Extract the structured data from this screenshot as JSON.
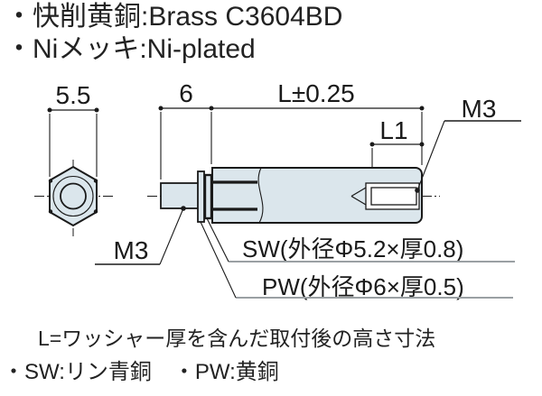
{
  "header": {
    "material_line": "・快削黄銅:Brass C3604BD",
    "plating_line": "・Niメッキ:Ni-plated"
  },
  "drawing": {
    "dim_across_flats": "5.5",
    "dim_stud_length": "6",
    "dim_body_length": "L±0.25",
    "dim_thread_depth": "L1",
    "thread_tapped_label": "M3",
    "thread_stud_label": "M3",
    "label_spring_washer": "SW(外径Φ5.2×厚0.8)",
    "label_plain_washer": "PW(外径Φ6×厚0.5)"
  },
  "footer": {
    "note": "L=ワッシャー厚を含んだ取付後の高さ寸法",
    "materials": "・SW:リン青銅　・PW:黄銅"
  },
  "colors": {
    "part_fill": "#dbe6ec",
    "line": "#1a1a1a",
    "underline_gray": "#9aa0a3",
    "background": "#ffffff"
  }
}
